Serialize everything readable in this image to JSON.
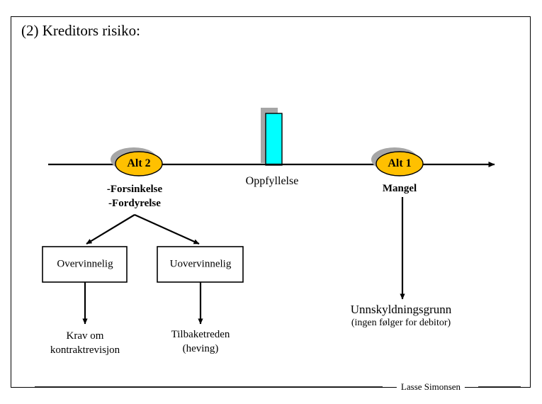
{
  "slide": {
    "title": "(2) Kreditors risiko:",
    "footer_author": "Lasse Simonsen"
  },
  "timeline": {
    "milestones": [
      {
        "badge": "Alt 2",
        "caption_line1": "-Forsinkelse",
        "caption_line2": "-Fordyrelse",
        "badge_fill": "#FFC000",
        "badge_shadow": "#A6A6A6"
      },
      {
        "badge": "Alt 1",
        "caption_line1": "Mangel",
        "badge_fill": "#FFC000",
        "badge_shadow": "#A6A6A6"
      }
    ],
    "performance_marker": {
      "label": "Oppfyllelse",
      "bar_fill": "#00FFFF",
      "bar_shadow": "#A6A6A6"
    }
  },
  "branches": {
    "boxes": [
      {
        "label": "Overvinnelig"
      },
      {
        "label": "Uovervinnelig"
      }
    ],
    "outcomes": [
      {
        "line1": "Krav om",
        "line2": "kontraktrevisjon"
      },
      {
        "line1": "Tilbaketreden",
        "line2": "(heving)"
      }
    ]
  },
  "mangel_outcome": {
    "line1": "Unnskyldningsgrunn",
    "line2": "(ingen følger for debitor)"
  },
  "colors": {
    "stroke": "#000000",
    "background": "#FFFFFF",
    "accent_gold": "#FFC000",
    "accent_cyan": "#00FFFF",
    "shadow_gray": "#A6A6A6"
  }
}
